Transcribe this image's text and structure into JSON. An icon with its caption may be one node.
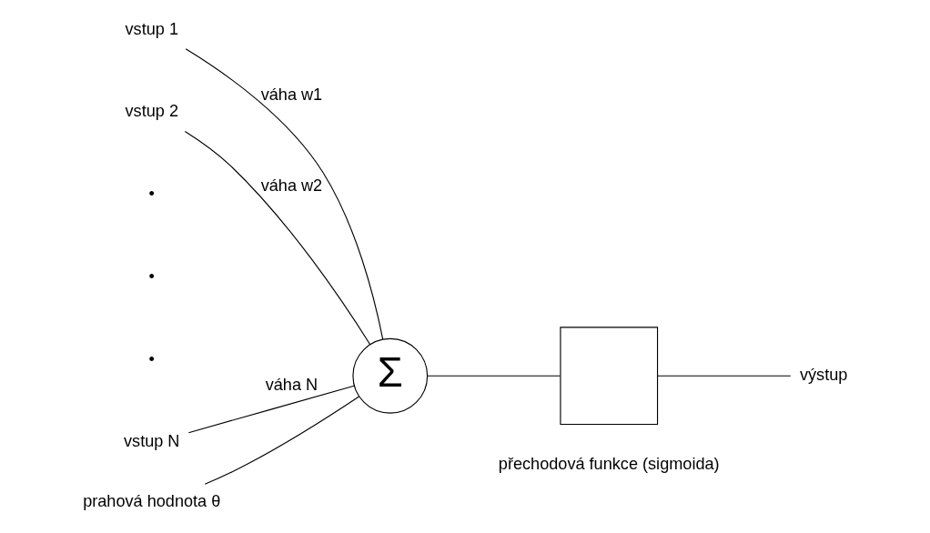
{
  "diagram": {
    "nodes": [
      {
        "text": [
          "vstup 1"
        ]
      },
      {
        "text": [
          "vstup 2"
        ]
      },
      {
        "text": [
          "vstup N"
        ]
      },
      {
        "text": [
          "Σ"
        ]
      },
      {
        "text": [],
        "shape": "box",
        "beside": [
          "přechodová funkce (sigmoida)"
        ]
      },
      {
        "text": [
          "výstup"
        ]
      },
      {
        "text": [
          "prahová hodnota θ"
        ]
      }
    ],
    "edges": [
      {
        "from": 0,
        "to": 3,
        "arrow": "none",
        "label": "váha w1"
      },
      {
        "from": 1,
        "to": 3,
        "arrow": "none",
        "label": "váha w2"
      },
      {
        "from": 2,
        "to": 3,
        "arrow": "none",
        "label": "váha N"
      },
      {
        "from": 6,
        "to": 3,
        "arrow": "none"
      },
      {
        "from": 3,
        "to": 4,
        "arrow": "none"
      },
      {
        "from": 4,
        "to": 5,
        "arrow": "none"
      }
    ],
    "labels": [
      "•",
      "•",
      "•"
    ]
  }
}
